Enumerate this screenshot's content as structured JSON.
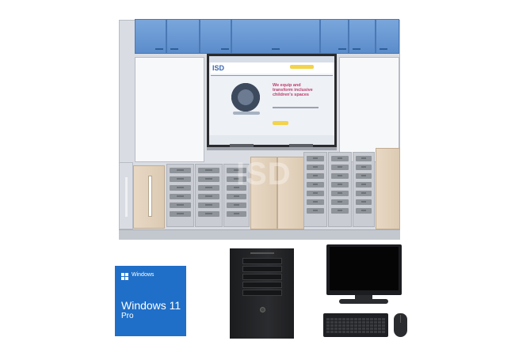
{
  "furniture": {
    "watermark": "ISD",
    "website": {
      "logo": "ISD",
      "headline": "We equip and transform inclusive children's spaces"
    }
  },
  "windows_box": {
    "brand_small": "Windows",
    "product": "Windows 11",
    "edition": "Pro",
    "color": "#1f6fc8"
  },
  "colors": {
    "cabinet_blue": "#5b8ccb",
    "wood": "#dccab3",
    "frame": "#d9dce2"
  }
}
